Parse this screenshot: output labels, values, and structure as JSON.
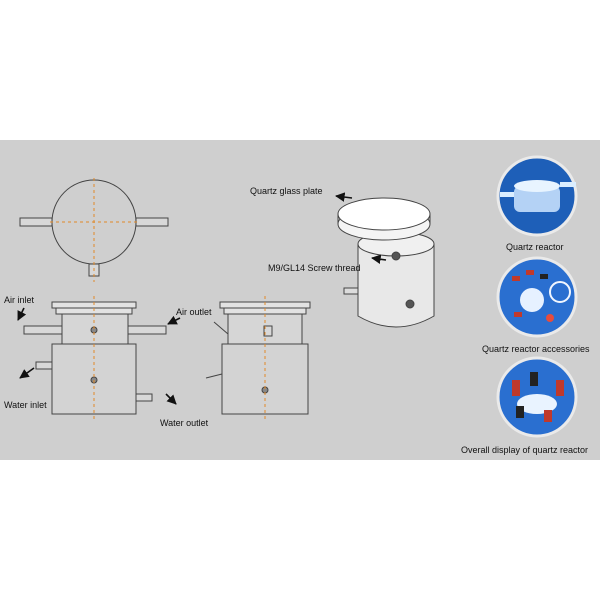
{
  "labels": {
    "quartz_plate": "Quartz glass plate",
    "screw_thread": "M9/GL14 Screw thread",
    "air_inlet": "Air inlet",
    "air_outlet": "Air outlet",
    "water_inlet": "Water inlet",
    "water_outlet": "Water outlet"
  },
  "photos": [
    {
      "caption": "Quartz reactor",
      "icon": "quartz-reactor-photo"
    },
    {
      "caption": "Quartz reactor accessories",
      "icon": "reactor-accessories-photo"
    },
    {
      "caption": "Overall display of quartz reactor",
      "icon": "reactor-display-photo"
    }
  ],
  "colors": {
    "panel": "#cfcfcf",
    "outline": "#444444",
    "centerline": "#e08a2a",
    "photo_bg": "#1e6fd0"
  }
}
